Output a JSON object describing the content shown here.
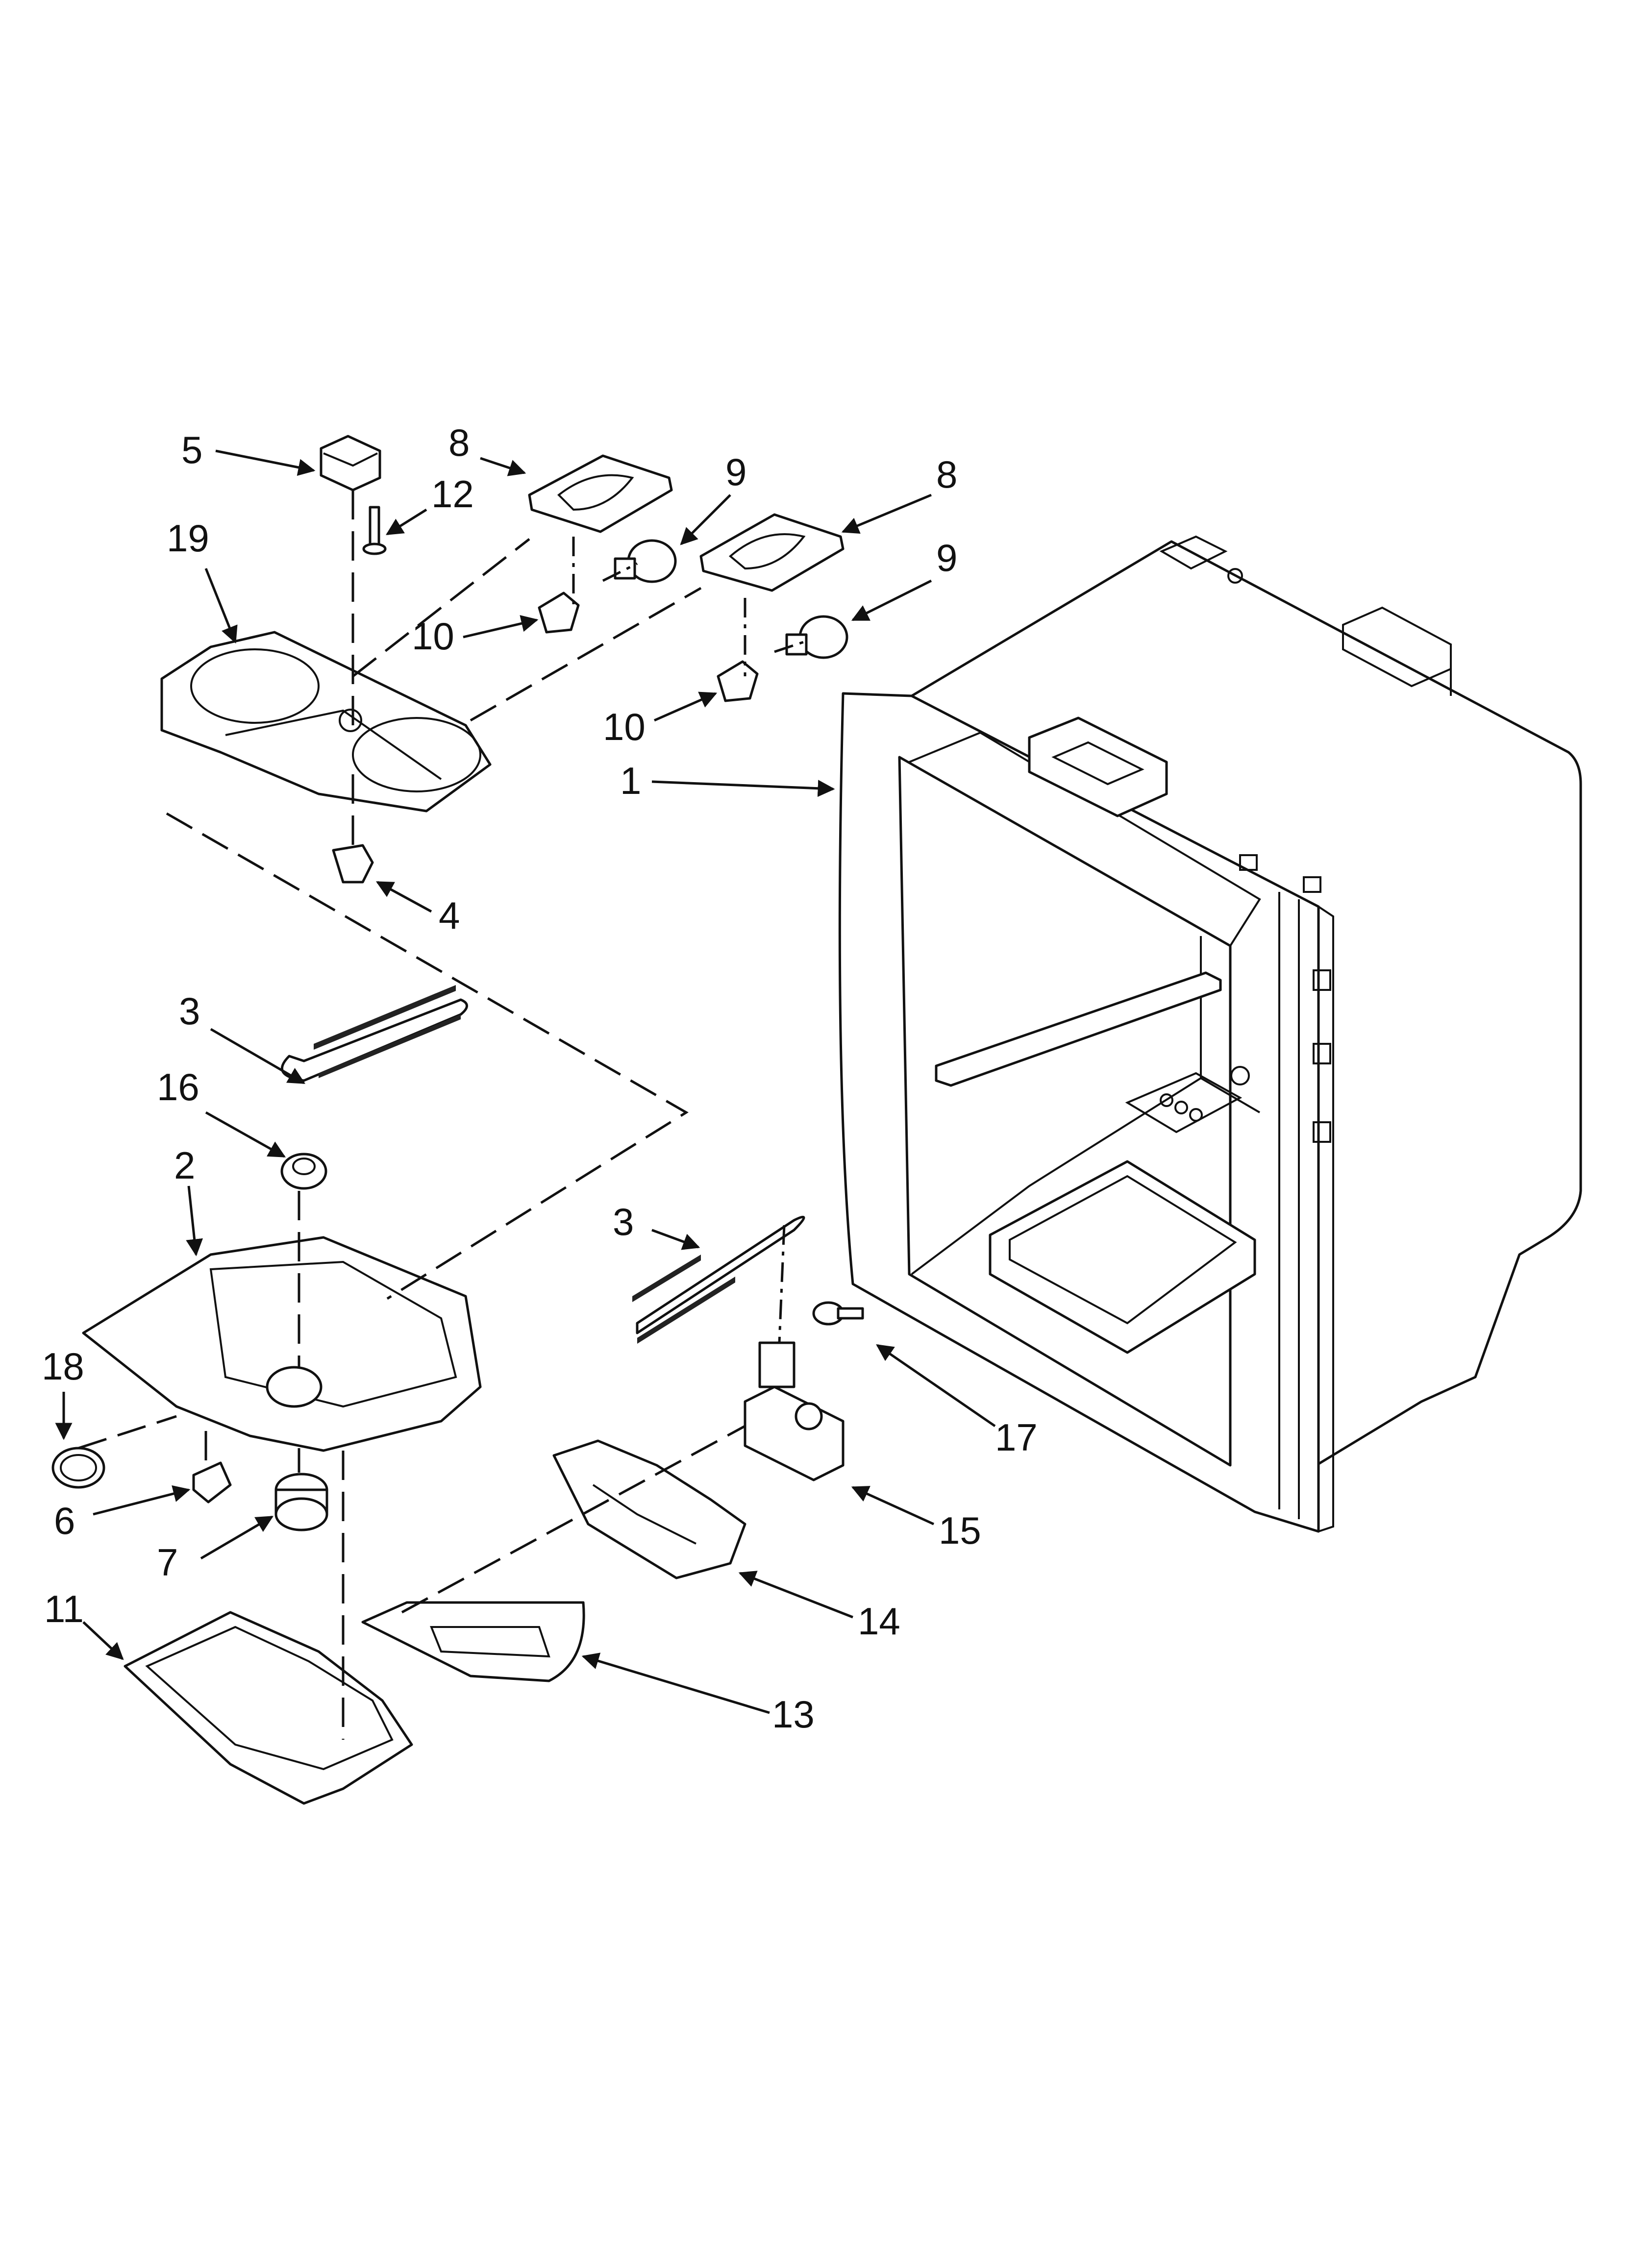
{
  "diagram": {
    "labels": [
      "1",
      "2",
      "3",
      "3",
      "4",
      "5",
      "6",
      "7",
      "8",
      "8",
      "9",
      "9",
      "10",
      "10",
      "11",
      "12",
      "13",
      "14",
      "15",
      "16",
      "17",
      "18",
      "19"
    ]
  },
  "colors": {
    "ink": "#111111",
    "paper": "#ffffff"
  }
}
